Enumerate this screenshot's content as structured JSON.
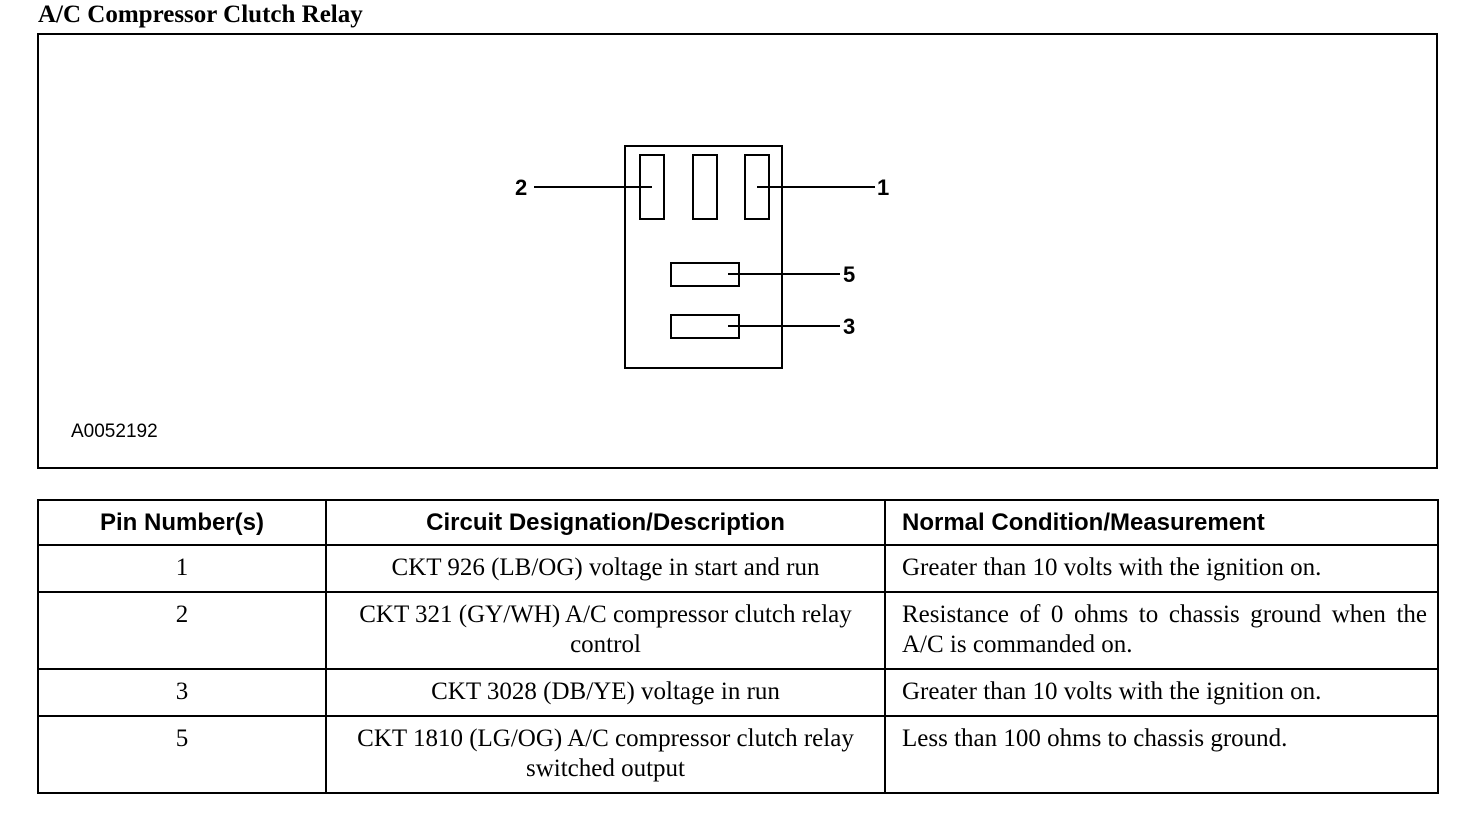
{
  "title": "A/C Compressor Clutch Relay",
  "diagram": {
    "pins": [
      {
        "label": "2"
      },
      {
        "label": "1"
      },
      {
        "label": "5"
      },
      {
        "label": "3"
      }
    ],
    "figure_id": "A0052192"
  },
  "table": {
    "headers": [
      "Pin Number(s)",
      "Circuit Designation/Description",
      "Normal Condition/Measurement"
    ],
    "rows": [
      {
        "pin": "1",
        "circuit": "CKT 926 (LB/OG) voltage in start and run",
        "condition": "Greater than 10 volts with the ignition on."
      },
      {
        "pin": "2",
        "circuit": "CKT 321 (GY/WH) A/C compressor clutch relay control",
        "condition": "Resistance of 0 ohms to chassis ground when the A/C is commanded on."
      },
      {
        "pin": "3",
        "circuit": "CKT 3028 (DB/YE) voltage in run",
        "condition": "Greater than 10 volts with the ignition on."
      },
      {
        "pin": "5",
        "circuit": "CKT 1810 (LG/OG) A/C compressor clutch relay switched output",
        "condition": "Less than 100 ohms to chassis ground."
      }
    ]
  }
}
